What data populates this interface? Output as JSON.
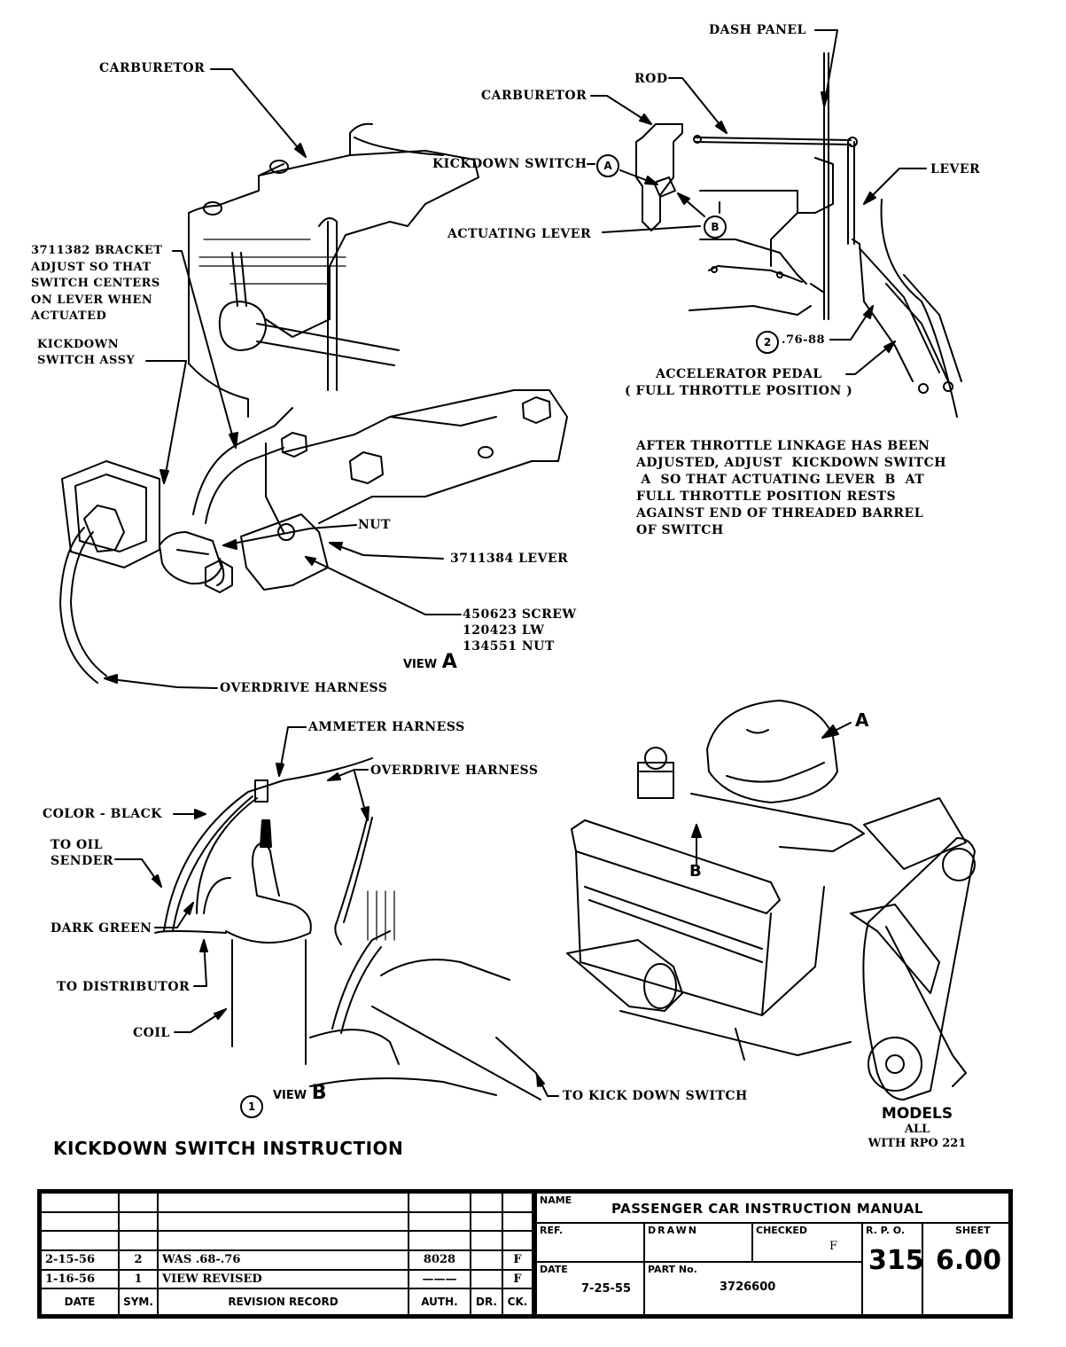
{
  "document": {
    "title": "KICKDOWN SWITCH INSTRUCTION",
    "models": {
      "heading": "MODELS",
      "line1": "ALL",
      "line2": "WITH RPO 221"
    }
  },
  "view_a": {
    "label_prefix": "VIEW",
    "label_letter": "A",
    "callouts": {
      "carburetor": "CARBURETOR",
      "bracket": [
        "3711382 BRACKET",
        "ADJUST SO THAT",
        "SWITCH CENTERS",
        "ON LEVER WHEN",
        "ACTUATED"
      ],
      "switch_assy": [
        "KICKDOWN",
        "SWITCH ASSY"
      ],
      "nut": "NUT",
      "lever": "3711384 LEVER",
      "hardware": [
        "450623 SCREW",
        "120423 LW",
        "134551 NUT"
      ],
      "overdrive_harness": "OVERDRIVE HARNESS"
    }
  },
  "linkage_view": {
    "callouts": {
      "dash_panel": "DASH PANEL",
      "rod": "ROD",
      "carburetor": "CARBURETOR",
      "kickdown_switch": "KICKDOWN SWITCH",
      "kickdown_marker": "A",
      "actuating_lever": "ACTUATING LEVER",
      "actuating_marker": "B",
      "lever": "LEVER",
      "dimension_marker": "2",
      "dimension": ".76-88",
      "pedal_line1": "ACCELERATOR PEDAL",
      "pedal_line2": "( FULL THROTTLE POSITION )"
    },
    "note": "AFTER THROTTLE LINKAGE HAS BEEN\nADJUSTED, ADJUST  KICKDOWN SWITCH\n A  SO THAT ACTUATING LEVER  B  AT\nFULL THROTTLE POSITION RESTS\nAGAINST END OF THREADED BARREL\nOF SWITCH"
  },
  "view_b": {
    "label_prefix": "VIEW",
    "label_letter": "B",
    "marker": "1",
    "callouts": {
      "ammeter_harness": "AMMETER HARNESS",
      "overdrive_harness": "OVERDRIVE HARNESS",
      "color_black": "COLOR - BLACK",
      "oil_sender": [
        "TO OIL",
        "SENDER"
      ],
      "dark_green": "DARK GREEN",
      "to_distributor": "TO DISTRIBUTOR",
      "coil": "COIL",
      "kick_down_switch": "TO KICK DOWN SWITCH"
    }
  },
  "engine_view": {
    "marker_a": "A",
    "marker_b": "B"
  },
  "title_block": {
    "revision_headers": [
      "DATE",
      "SYM.",
      "REVISION RECORD",
      "AUTH.",
      "DR.",
      "CK."
    ],
    "revisions": [
      [
        "",
        "",
        "",
        "",
        "",
        ""
      ],
      [
        "",
        "",
        "",
        "",
        "",
        ""
      ],
      [
        "",
        "",
        "",
        "",
        "",
        ""
      ],
      [
        "2-15-56",
        "2",
        "WAS .68-.76",
        "8028",
        "",
        "F"
      ],
      [
        "1-16-56",
        "1",
        "VIEW  REVISED",
        "———",
        "",
        "F"
      ]
    ],
    "name_caption": "NAME",
    "name_value": "PASSENGER CAR INSTRUCTION MANUAL",
    "ref_caption": "REF.",
    "ref_value": "",
    "drawn_caption": "DRAWN",
    "drawn_value": "",
    "checked_caption": "CHECKED",
    "checked_value": "F",
    "date_caption": "DATE",
    "date_value": "7-25-55",
    "part_caption": "PART No.",
    "part_value": "3726600",
    "rpo_caption": "R. P. O.",
    "rpo_value": "315",
    "sheet_caption": "SHEET",
    "sheet_value": "6.00"
  }
}
